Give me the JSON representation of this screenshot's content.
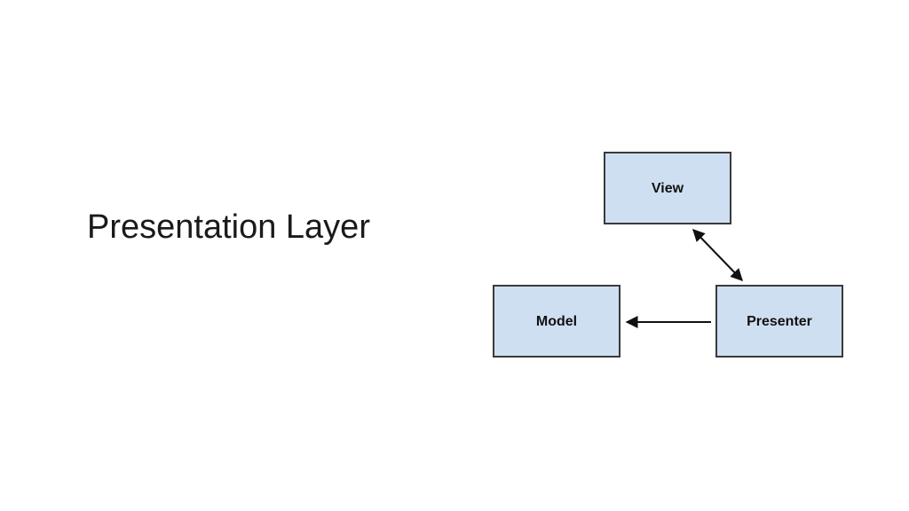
{
  "slide": {
    "title": "Presentation Layer"
  },
  "diagram": {
    "nodes": {
      "view": {
        "label": "View"
      },
      "model": {
        "label": "Model"
      },
      "presenter": {
        "label": "Presenter"
      }
    },
    "edges": [
      {
        "from": "presenter",
        "to": "view",
        "direction": "bidirectional"
      },
      {
        "from": "presenter",
        "to": "model",
        "direction": "forward"
      }
    ],
    "colors": {
      "node_fill": "#cfdff2",
      "node_border": "#3a3a3a",
      "arrow": "#111111"
    }
  }
}
